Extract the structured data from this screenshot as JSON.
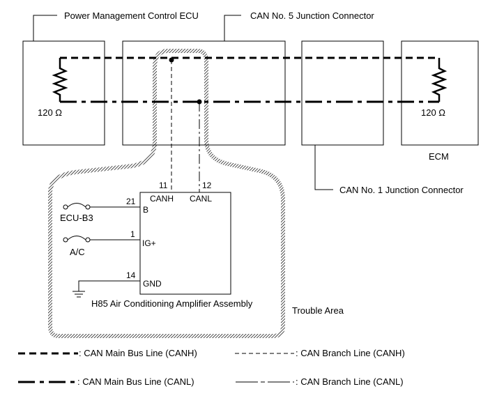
{
  "labels": {
    "power_management_ecu": "Power Management Control ECU",
    "can5_junction": "CAN No. 5 Junction Connector",
    "can1_junction": "CAN No. 1 Junction Connector",
    "ecm": "ECM",
    "resistor_left": "120 Ω",
    "resistor_right": "120 Ω",
    "amplifier": "H85  Air Conditioning Amplifier Assembly",
    "trouble_area": "Trouble Area"
  },
  "pins": {
    "canh_num": "11",
    "canl_num": "12",
    "canh": "CANH",
    "canl": "CANL",
    "b_num": "21",
    "b": "B",
    "ig_num": "1",
    "ig": "IG+",
    "gnd_num": "14",
    "gnd": "GND"
  },
  "fuses": {
    "ecu_b3": "ECU-B3",
    "ac": "A/C"
  },
  "legend": {
    "main_canh": ": CAN Main Bus Line (CANH)",
    "branch_canh": ": CAN Branch Line (CANH)",
    "main_canl": ": CAN Main Bus Line (CANL)",
    "branch_canl": ": CAN Branch Line (CANL)"
  }
}
